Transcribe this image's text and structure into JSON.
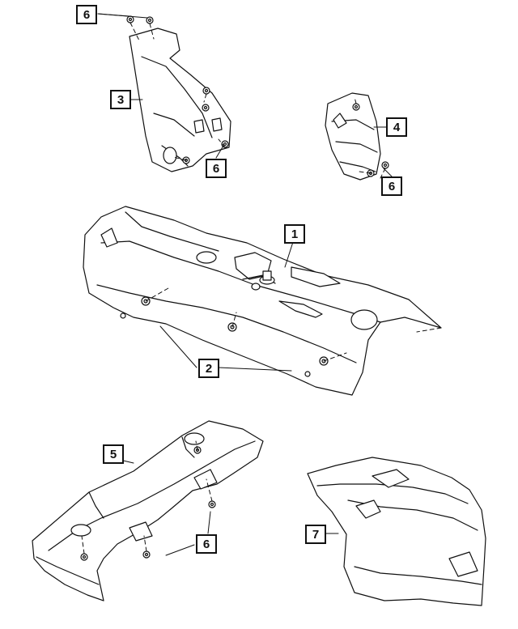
{
  "diagram": {
    "parts": [
      {
        "id": "p1",
        "label": "1"
      },
      {
        "id": "p2",
        "label": "2"
      },
      {
        "id": "p3",
        "label": "3"
      },
      {
        "id": "p4",
        "label": "4"
      },
      {
        "id": "p5",
        "label": "5"
      },
      {
        "id": "p6a",
        "label": "6"
      },
      {
        "id": "p6b",
        "label": "6"
      },
      {
        "id": "p6c",
        "label": "6"
      },
      {
        "id": "p6d",
        "label": "6"
      },
      {
        "id": "p7",
        "label": "7"
      }
    ]
  }
}
